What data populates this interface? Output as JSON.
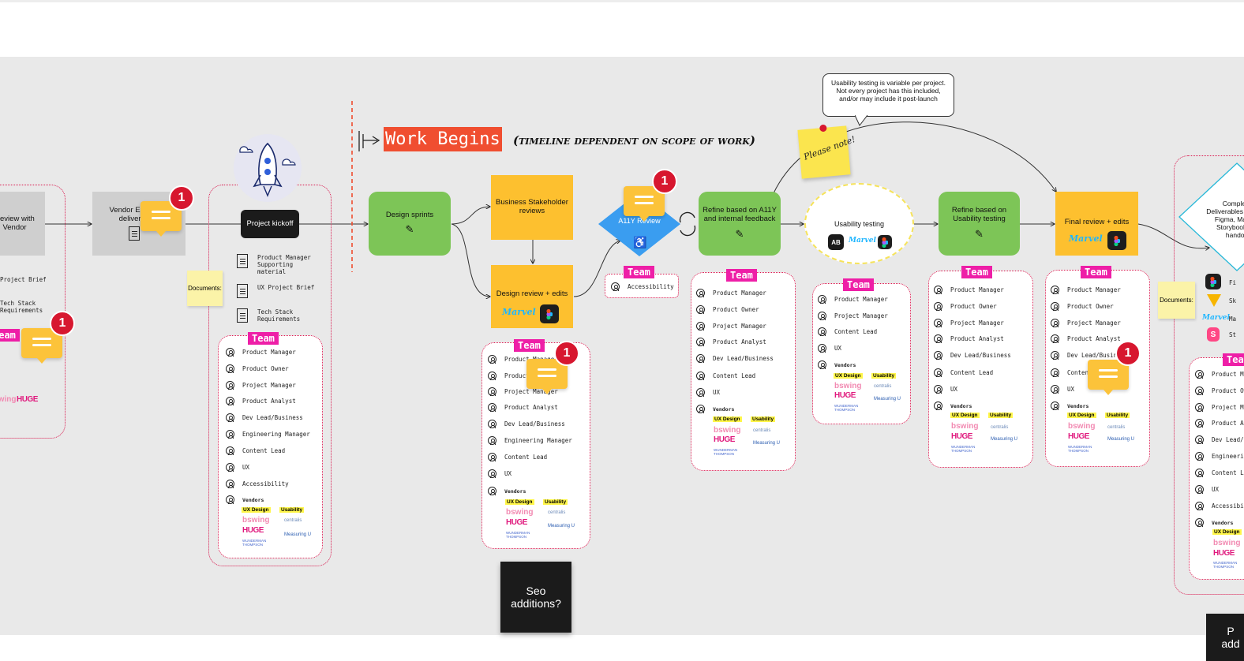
{
  "banner": {
    "title": "Work Begins",
    "subtitle": "(timeline dependent on scope of work)"
  },
  "nodes": {
    "review_vendor": "Review with Vendor",
    "vendor_estimate": "Vendor Estimate / deliverables",
    "project_kickoff": "Project kickoff",
    "design_sprints": "Design sprints",
    "business_review": "Business Stakeholder reviews",
    "design_review": "Design review + edits",
    "a11y_review": "A11Y Review",
    "refine_a11y": "Refine based on A11Y and internal feedback",
    "usability_testing": "Usability testing",
    "refine_usability": "Refine based on Usability testing",
    "final_review": "Final review + edits",
    "complete": "Complete Deliverables Sketch, Figma, Marvel, Storybook etc handoff"
  },
  "notes": {
    "usability_callout": "Usability testing is variable per project. Not every project has this included, and/or may include it post-launch",
    "please_note": "Please note!",
    "seo": "Seo additions?",
    "bottom_right": "P add"
  },
  "documents_label": "Documents:",
  "docs": [
    "Product Manager Supporting material",
    "UX Project Brief",
    "Tech Stack Requirements"
  ],
  "docs_left": [
    "Project Brief",
    "Tech Stack Requirements"
  ],
  "team_label": "Team",
  "comments": {
    "count": "1"
  },
  "roles": {
    "pm": "Product Manager",
    "po": "Product Owner",
    "prj": "Project Manager",
    "pa": "Product Analyst",
    "dev": "Dev Lead/Business",
    "eng": "Engineering Manager",
    "content": "Content Lead",
    "ux": "UX",
    "access": "Accessibility",
    "vendors": "Vendors"
  },
  "vendor_tags": {
    "ux": "UX Design",
    "usability": "Usability"
  },
  "vendor_logos": {
    "bswing": "bswing",
    "huge": "HUGE",
    "wt": "WUNDERMAN THOMPSON",
    "centralis": "centralis",
    "measuring": "Measuring U"
  },
  "tools": {
    "marvel": "Marvel",
    "figma": "Figma",
    "sketch": "Sketch",
    "marvel2": "Marvel",
    "storybook": "Storybook"
  },
  "right_tools": [
    "Fi",
    "Sk",
    "Ma",
    "St"
  ],
  "colors": {
    "green": "#7dc557",
    "yellow": "#fdc02f",
    "team": "#ee1fa7",
    "badge": "#d7172f",
    "banner": "#f04e30",
    "a11y": "#3a9df0"
  }
}
